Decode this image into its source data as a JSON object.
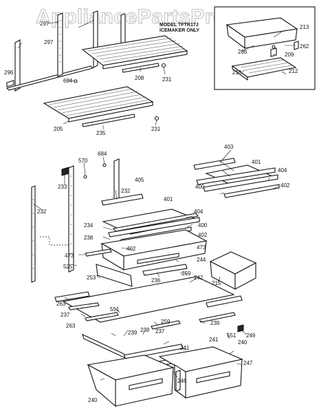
{
  "watermark": "AppliancePartsPros.com",
  "inset": {
    "title_line1": "MODEL TFTR17J",
    "title_line2": "ICEMAKER ONLY"
  },
  "labels": [
    {
      "id": "297a",
      "text": "297"
    },
    {
      "id": "297b",
      "text": "297"
    },
    {
      "id": "296",
      "text": "296"
    },
    {
      "id": "684a",
      "text": "684"
    },
    {
      "id": "208",
      "text": "208"
    },
    {
      "id": "231a",
      "text": "231"
    },
    {
      "id": "205",
      "text": "205"
    },
    {
      "id": "235",
      "text": "235"
    },
    {
      "id": "231b",
      "text": "231"
    },
    {
      "id": "213",
      "text": "213"
    },
    {
      "id": "262",
      "text": "262"
    },
    {
      "id": "209",
      "text": "209"
    },
    {
      "id": "286",
      "text": "286"
    },
    {
      "id": "210",
      "text": "210"
    },
    {
      "id": "212",
      "text": "212"
    },
    {
      "id": "684b",
      "text": "684"
    },
    {
      "id": "570",
      "text": "570"
    },
    {
      "id": "233",
      "text": "233"
    },
    {
      "id": "232a",
      "text": "232"
    },
    {
      "id": "405",
      "text": "405"
    },
    {
      "id": "403",
      "text": "403"
    },
    {
      "id": "401a",
      "text": "401"
    },
    {
      "id": "404a",
      "text": "404"
    },
    {
      "id": "400a",
      "text": "400"
    },
    {
      "id": "402a",
      "text": "402"
    },
    {
      "id": "232b",
      "text": "232"
    },
    {
      "id": "401b",
      "text": "401"
    },
    {
      "id": "404b",
      "text": "404"
    },
    {
      "id": "400b",
      "text": "400"
    },
    {
      "id": "402b",
      "text": "402"
    },
    {
      "id": "234",
      "text": "234"
    },
    {
      "id": "238",
      "text": "238"
    },
    {
      "id": "402c",
      "text": "402"
    },
    {
      "id": "473a",
      "text": "473"
    },
    {
      "id": "473b",
      "text": "473"
    },
    {
      "id": "525",
      "text": "525"
    },
    {
      "id": "244",
      "text": "244"
    },
    {
      "id": "259a",
      "text": "259"
    },
    {
      "id": "236",
      "text": "236"
    },
    {
      "id": "215",
      "text": "215"
    },
    {
      "id": "253",
      "text": "253"
    },
    {
      "id": "242",
      "text": "242"
    },
    {
      "id": "263a",
      "text": "263"
    },
    {
      "id": "237a",
      "text": "237"
    },
    {
      "id": "263b",
      "text": "263"
    },
    {
      "id": "551a",
      "text": "551"
    },
    {
      "id": "259b",
      "text": "259"
    },
    {
      "id": "239a",
      "text": "239"
    },
    {
      "id": "249",
      "text": "249"
    },
    {
      "id": "239b",
      "text": "239"
    },
    {
      "id": "238b",
      "text": "238"
    },
    {
      "id": "237b",
      "text": "237"
    },
    {
      "id": "551b",
      "text": "551"
    },
    {
      "id": "240a",
      "text": "240"
    },
    {
      "id": "241a",
      "text": "241"
    },
    {
      "id": "241b",
      "text": "241"
    },
    {
      "id": "247",
      "text": "247"
    },
    {
      "id": "246",
      "text": "246"
    },
    {
      "id": "240b",
      "text": "240"
    }
  ]
}
